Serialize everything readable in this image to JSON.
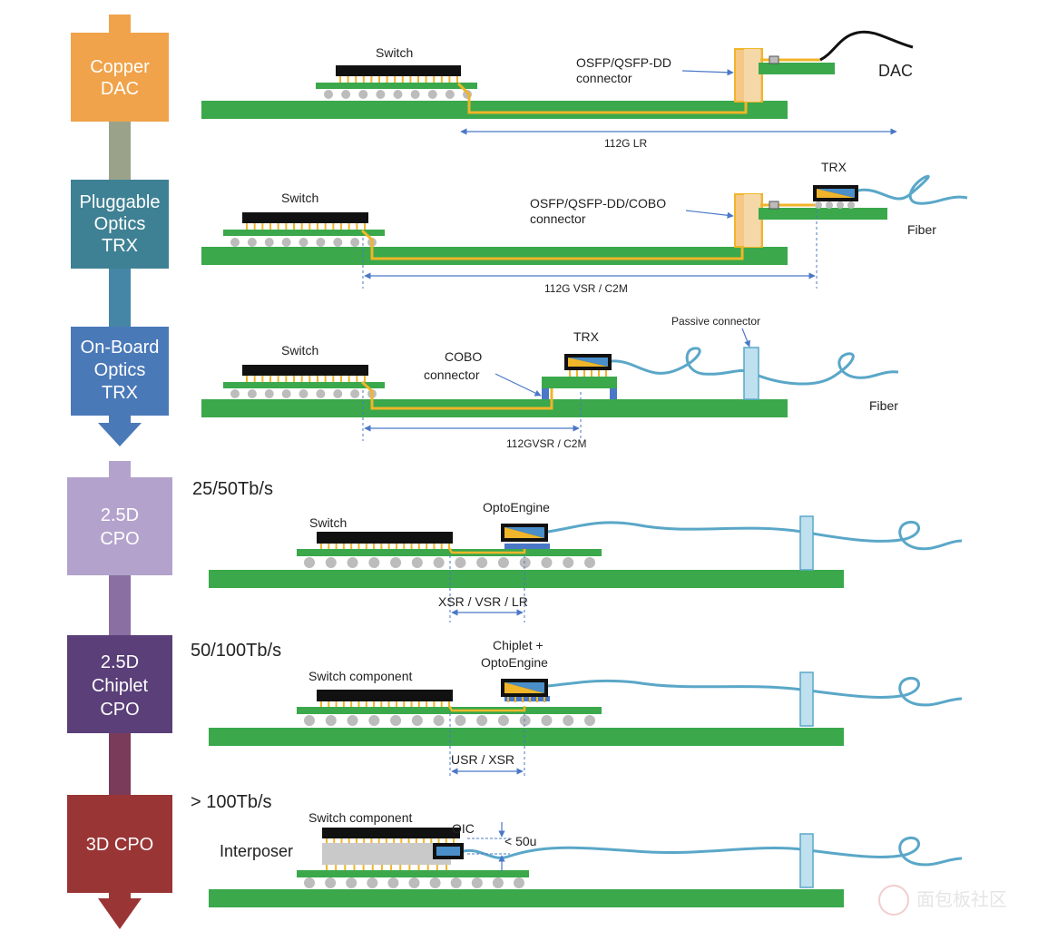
{
  "stages": [
    {
      "lines": [
        "Copper",
        "DAC"
      ],
      "color": "#f0a34a"
    },
    {
      "lines": [
        "Pluggable",
        "Optics",
        "TRX"
      ],
      "color": "#3f8194"
    },
    {
      "lines": [
        "On-Board",
        "Optics",
        "TRX"
      ],
      "color": "#4a79b8"
    },
    {
      "lines": [
        "2.5D",
        "CPO"
      ],
      "color": "#b3a3cc"
    },
    {
      "lines": [
        "2.5D",
        "Chiplet",
        "CPO"
      ],
      "color": "#5a3f78"
    },
    {
      "lines": [
        "3D CPO"
      ],
      "color": "#9a3535"
    }
  ],
  "connector_colors": [
    "#f5c888",
    "#b9a3cf",
    "#9a3535"
  ],
  "colors": {
    "pcb": "#3aa84b",
    "chip": "#111111",
    "trace": "#f0b52a",
    "ball": "#bcbcbc",
    "fiber": "#5aa7c8",
    "connector": "#bfe0ee",
    "pad": "#4a78c7",
    "dimension": "#4a78c7",
    "interposer": "#c9c9c9"
  },
  "row1": {
    "switch": "Switch",
    "connector_l1": "OSFP/QSFP-DD",
    "connector_l2": "connector",
    "cable": "DAC",
    "span": "112G LR"
  },
  "row2": {
    "switch": "Switch",
    "connector_l1": "OSFP/QSFP-DD/COBO",
    "connector_l2": "connector",
    "trx": "TRX",
    "fiber": "Fiber",
    "span": "112G VSR / C2M"
  },
  "row3": {
    "switch": "Switch",
    "connector_l1": "COBO",
    "connector_l2": "connector",
    "trx": "TRX",
    "passive": "Passive connector",
    "fiber": "Fiber",
    "span": "112GVSR / C2M"
  },
  "row4": {
    "bandwidth": "25/50Tb/s",
    "switch": "Switch",
    "engine": "OptoEngine",
    "span": "XSR / VSR / LR"
  },
  "row5": {
    "bandwidth": "50/100Tb/s",
    "switch": "Switch component",
    "engine_l1": "Chiplet +",
    "engine_l2": "OptoEngine",
    "span": "USR / XSR"
  },
  "row6": {
    "bandwidth": "> 100Tb/s",
    "switch": "Switch component",
    "interposer": "Interposer",
    "oic": "OIC",
    "gap": "< 50u"
  },
  "watermark": "面包板社区"
}
